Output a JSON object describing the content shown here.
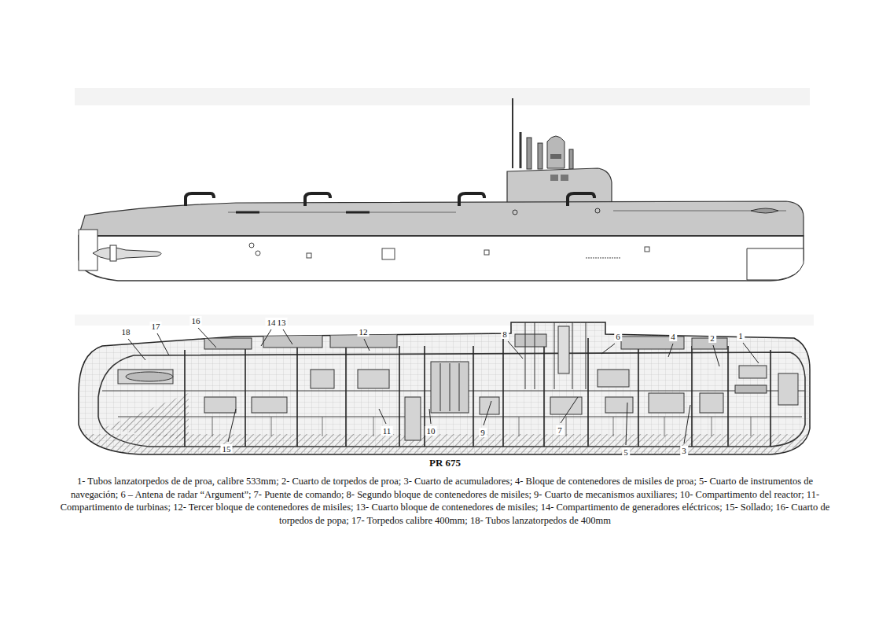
{
  "diagram": {
    "title": "PR 675",
    "caption": "1- Tubos lanzatorpedos de de proa, calibre 533mm; 2- Cuarto de torpedos de proa; 3- Cuarto de acumuladores; 4- Bloque de contenedores de misiles de proa; 5- Cuarto de instrumentos de navegación; 6 – Antena de radar “Argument”; 7- Puente de comando; 8- Segundo bloque de contenedores de misiles; 9- Cuarto de mecanismos auxiliares; 10- Compartimento del reactor; 11- Compartimento de turbinas; 12- Tercer bloque de contenedores de misiles; 13- Cuarto bloque de contenedores de misiles; 14- Compartimento de generadores eléctricos; 15- Sollado; 16- Cuarto de torpedos de popa; 17- Torpedos calibre 400mm; 18- Tubos lanzatorpedos de 400mm",
    "labels": [
      "18",
      "17",
      "16",
      "14",
      "13",
      "12",
      "8",
      "6",
      "4",
      "2",
      "1",
      "15",
      "11",
      "10",
      "9",
      "7",
      "5",
      "3"
    ]
  }
}
